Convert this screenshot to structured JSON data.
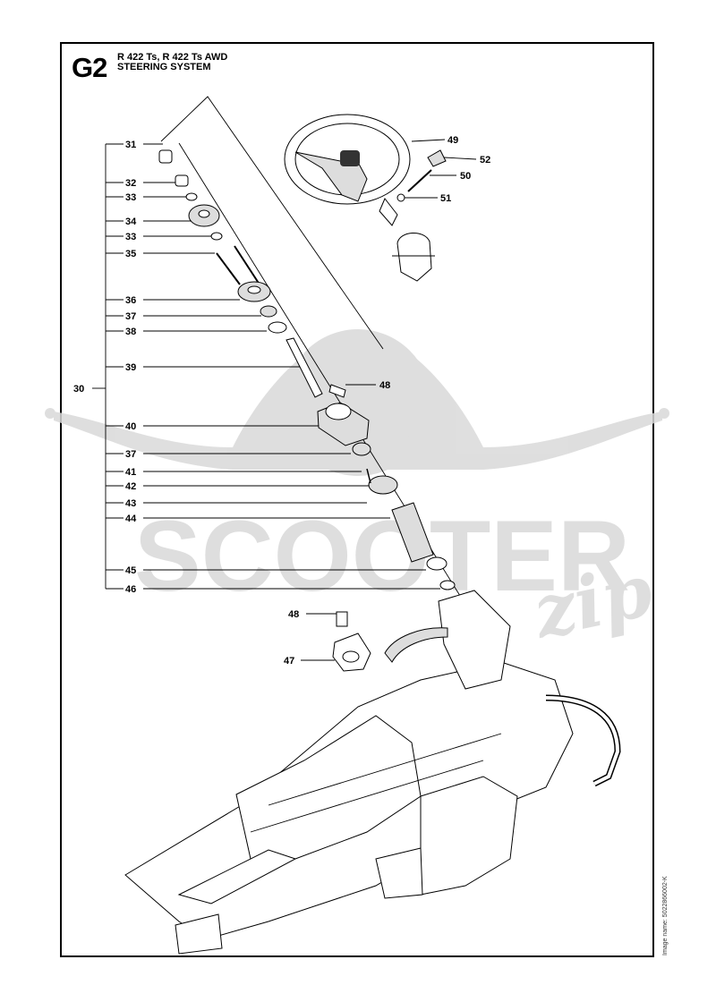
{
  "header": {
    "section_code": "G2",
    "models": "R 422 Ts, R 422 Ts AWD",
    "title": "STEERING SYSTEM"
  },
  "image_name": "Image name: 5022866002-K",
  "watermark": {
    "text": "SCOOTER",
    "script": "zip"
  },
  "group_label": "30",
  "callouts_left": [
    "31",
    "32",
    "33",
    "34",
    "33",
    "35",
    "36",
    "37",
    "38",
    "39",
    "40",
    "37",
    "41",
    "42",
    "43",
    "44",
    "45",
    "46"
  ],
  "callouts_right": [
    "49",
    "52",
    "50",
    "51",
    "48"
  ],
  "callouts_lower": [
    "48",
    "47"
  ]
}
